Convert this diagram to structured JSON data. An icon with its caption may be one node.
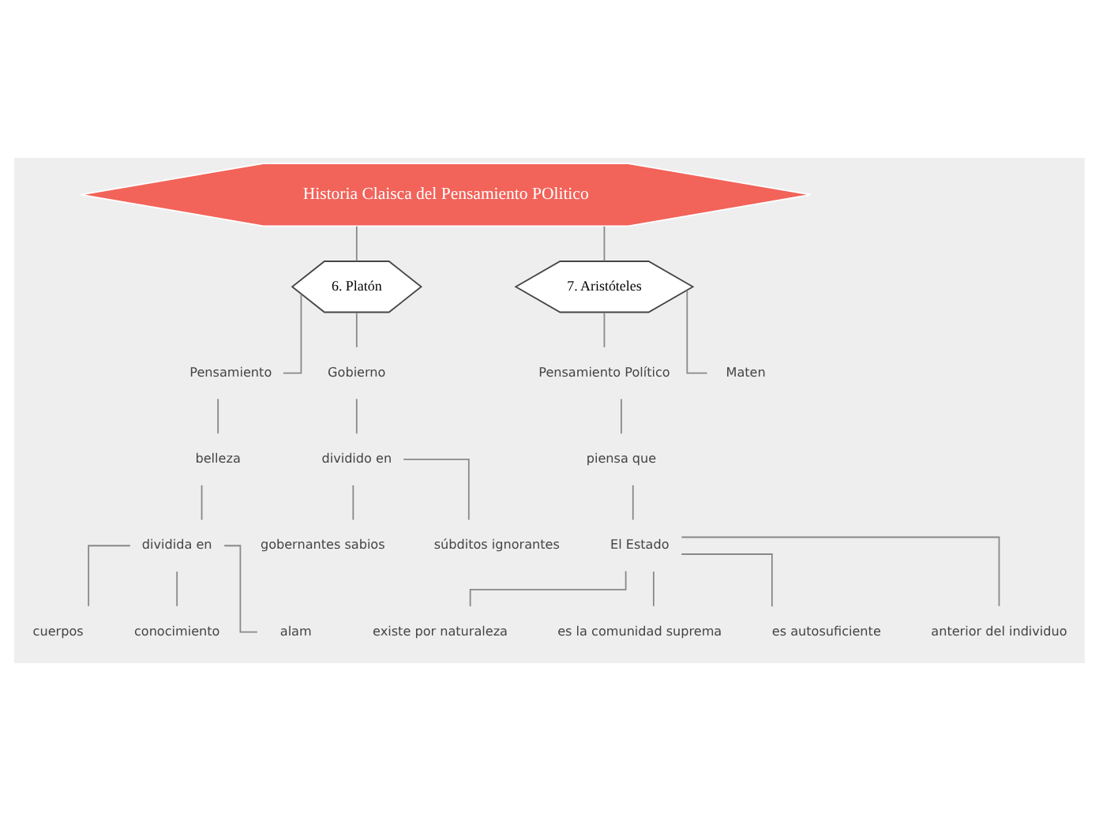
{
  "diagram": {
    "nodes": [
      {
        "text": [
          "Historia Claisca del Pensamiento POlitico"
        ]
      },
      {
        "text": [
          "6. Platón"
        ]
      },
      {
        "text": [
          "7. Aristóteles"
        ]
      },
      {
        "text": [
          "Pensamiento"
        ]
      },
      {
        "text": [
          "Gobierno"
        ]
      },
      {
        "text": [
          "belleza"
        ]
      },
      {
        "text": [
          "dividida en"
        ]
      },
      {
        "text": [
          "cuerpos"
        ]
      },
      {
        "text": [
          "conocimiento"
        ]
      },
      {
        "text": [
          "alam"
        ]
      },
      {
        "text": [
          "dividido en"
        ]
      },
      {
        "text": [
          "gobernantes sabios"
        ]
      },
      {
        "text": [
          "súbditos ignorantes"
        ]
      },
      {
        "text": [
          "Pensamiento Político"
        ]
      },
      {
        "text": [
          "Maten"
        ]
      },
      {
        "text": [
          "piensa que"
        ]
      },
      {
        "text": [
          "El Estado"
        ]
      },
      {
        "text": [
          "existe por naturaleza"
        ]
      },
      {
        "text": [
          "es la comunidad suprema"
        ]
      },
      {
        "text": [
          "es autosuficiente"
        ]
      },
      {
        "text": [
          "anterior del individuo"
        ]
      }
    ],
    "edges": [
      {
        "from": 0,
        "to": 1,
        "arrow": "none"
      },
      {
        "from": 0,
        "to": 2,
        "arrow": "none"
      },
      {
        "from": 1,
        "to": 3,
        "arrow": "none"
      },
      {
        "from": 1,
        "to": 4,
        "arrow": "none"
      },
      {
        "from": 3,
        "to": 5,
        "arrow": "none"
      },
      {
        "from": 5,
        "to": 6,
        "arrow": "none"
      },
      {
        "from": 6,
        "to": 7,
        "arrow": "none"
      },
      {
        "from": 6,
        "to": 8,
        "arrow": "none"
      },
      {
        "from": 6,
        "to": 9,
        "arrow": "none"
      },
      {
        "from": 4,
        "to": 10,
        "arrow": "none"
      },
      {
        "from": 10,
        "to": 11,
        "arrow": "none"
      },
      {
        "from": 10,
        "to": 12,
        "arrow": "none"
      },
      {
        "from": 2,
        "to": 13,
        "arrow": "none"
      },
      {
        "from": 2,
        "to": 14,
        "arrow": "none"
      },
      {
        "from": 13,
        "to": 15,
        "arrow": "none"
      },
      {
        "from": 15,
        "to": 16,
        "arrow": "none"
      },
      {
        "from": 16,
        "to": 17,
        "arrow": "none"
      },
      {
        "from": 16,
        "to": 18,
        "arrow": "none"
      },
      {
        "from": 16,
        "to": 19,
        "arrow": "none"
      },
      {
        "from": 16,
        "to": 20,
        "arrow": "none"
      }
    ]
  }
}
